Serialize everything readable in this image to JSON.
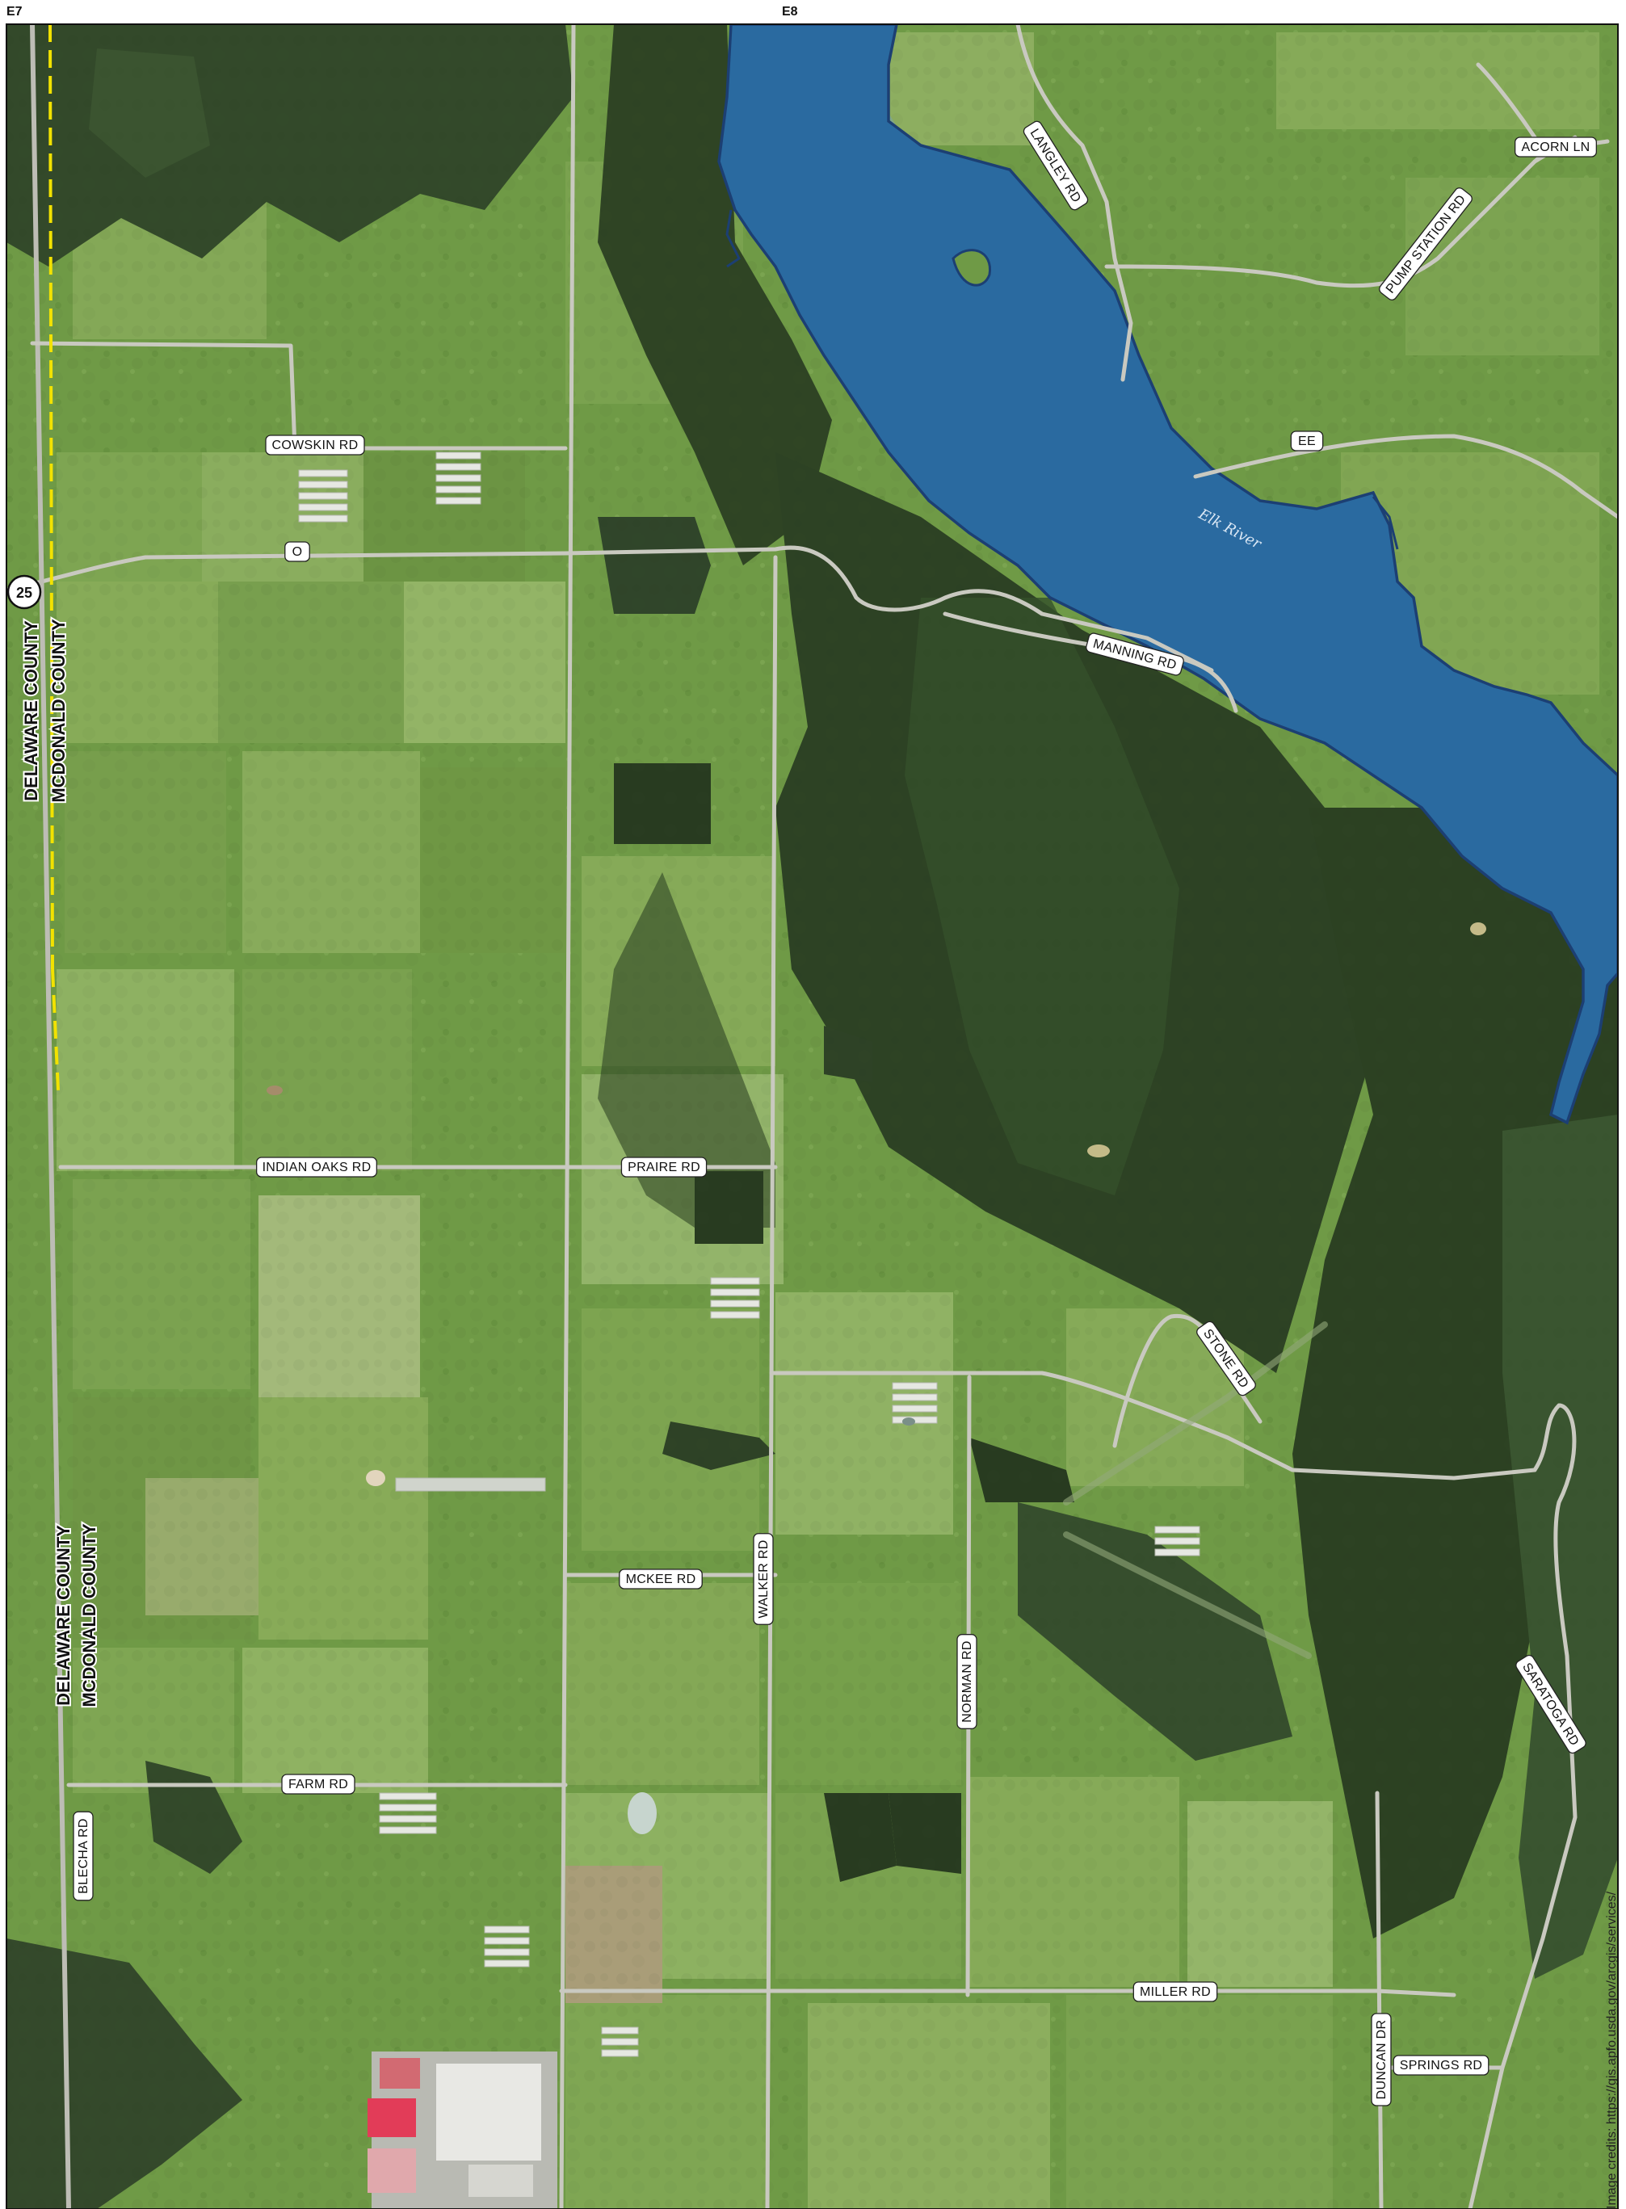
{
  "grid_labels": {
    "left": "E7",
    "center": "E8"
  },
  "route_shield": "25",
  "county_labels": {
    "upper": [
      "DELAWARE COUNTY",
      "MCDONALD COUNTY"
    ],
    "lower": [
      "DELAWARE COUNTY",
      "MCDONALD COUNTY"
    ]
  },
  "river_name": "Elk River",
  "roads": {
    "cowskin": "COWSKIN RD",
    "o": "O",
    "indian_oaks": "INDIAN OAKS RD",
    "praire": "PRAIRE RD",
    "mckee": "MCKEE RD",
    "walker": "WALKER RD",
    "farm": "FARM RD",
    "blecha": "BLECHA RD",
    "norman": "NORMAN RD",
    "miller": "MILLER RD",
    "duncan": "DUNCAN DR",
    "springs": "SPRINGS RD",
    "saratoga": "SARATOGA RD",
    "stone": "STONE RD",
    "manning": "MANNING RD",
    "ee": "EE",
    "langley": "LANGLEY RD",
    "pump_station": "PUMP STATION RD",
    "acorn": "ACORN LN"
  },
  "image_credit": "Image credits: https://gis.apfo.usda.gov/arcgis/services/",
  "colors": {
    "flood_zone": "#1f5f93",
    "flood_outline": "#1c3f73",
    "county_line": "#f2e200",
    "field": "#6f9a46",
    "forest": "#2f4424"
  }
}
